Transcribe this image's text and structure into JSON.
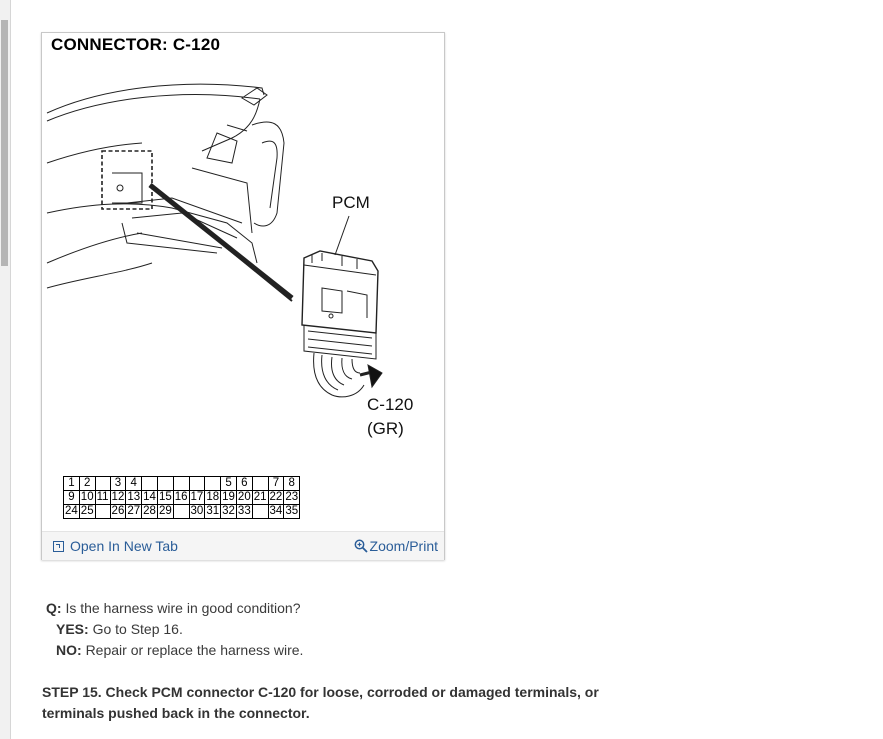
{
  "figure": {
    "title": "CONNECTOR: C-120",
    "labels": {
      "pcm": "PCM",
      "connector_id": "C-120",
      "color_code": "(GR)"
    },
    "pin_rows": [
      [
        "1",
        "2",
        "",
        "3",
        "4",
        "",
        "",
        "",
        "",
        "",
        "5",
        "6",
        "",
        "7",
        "8"
      ],
      [
        "9",
        "10",
        "11",
        "12",
        "13",
        "14",
        "15",
        "16",
        "17",
        "18",
        "19",
        "20",
        "21",
        "22",
        "23"
      ],
      [
        "24",
        "25",
        "",
        "26",
        "27",
        "28",
        "29",
        "",
        "30",
        "31",
        "32",
        "33",
        "",
        "34",
        "35"
      ]
    ],
    "open_link": "Open In New Tab",
    "zoom_link": "Zoom/Print"
  },
  "qa": {
    "question_label": "Q:",
    "question": "Is the harness wire in good condition?",
    "yes_label": "YES:",
    "yes_text": "Go to Step 16.",
    "no_label": "NO:",
    "no_text": "Repair or replace the harness wire."
  },
  "step": {
    "text": "STEP 15. Check PCM connector C-120 for loose, corroded or damaged terminals, or terminals pushed back in the connector."
  }
}
